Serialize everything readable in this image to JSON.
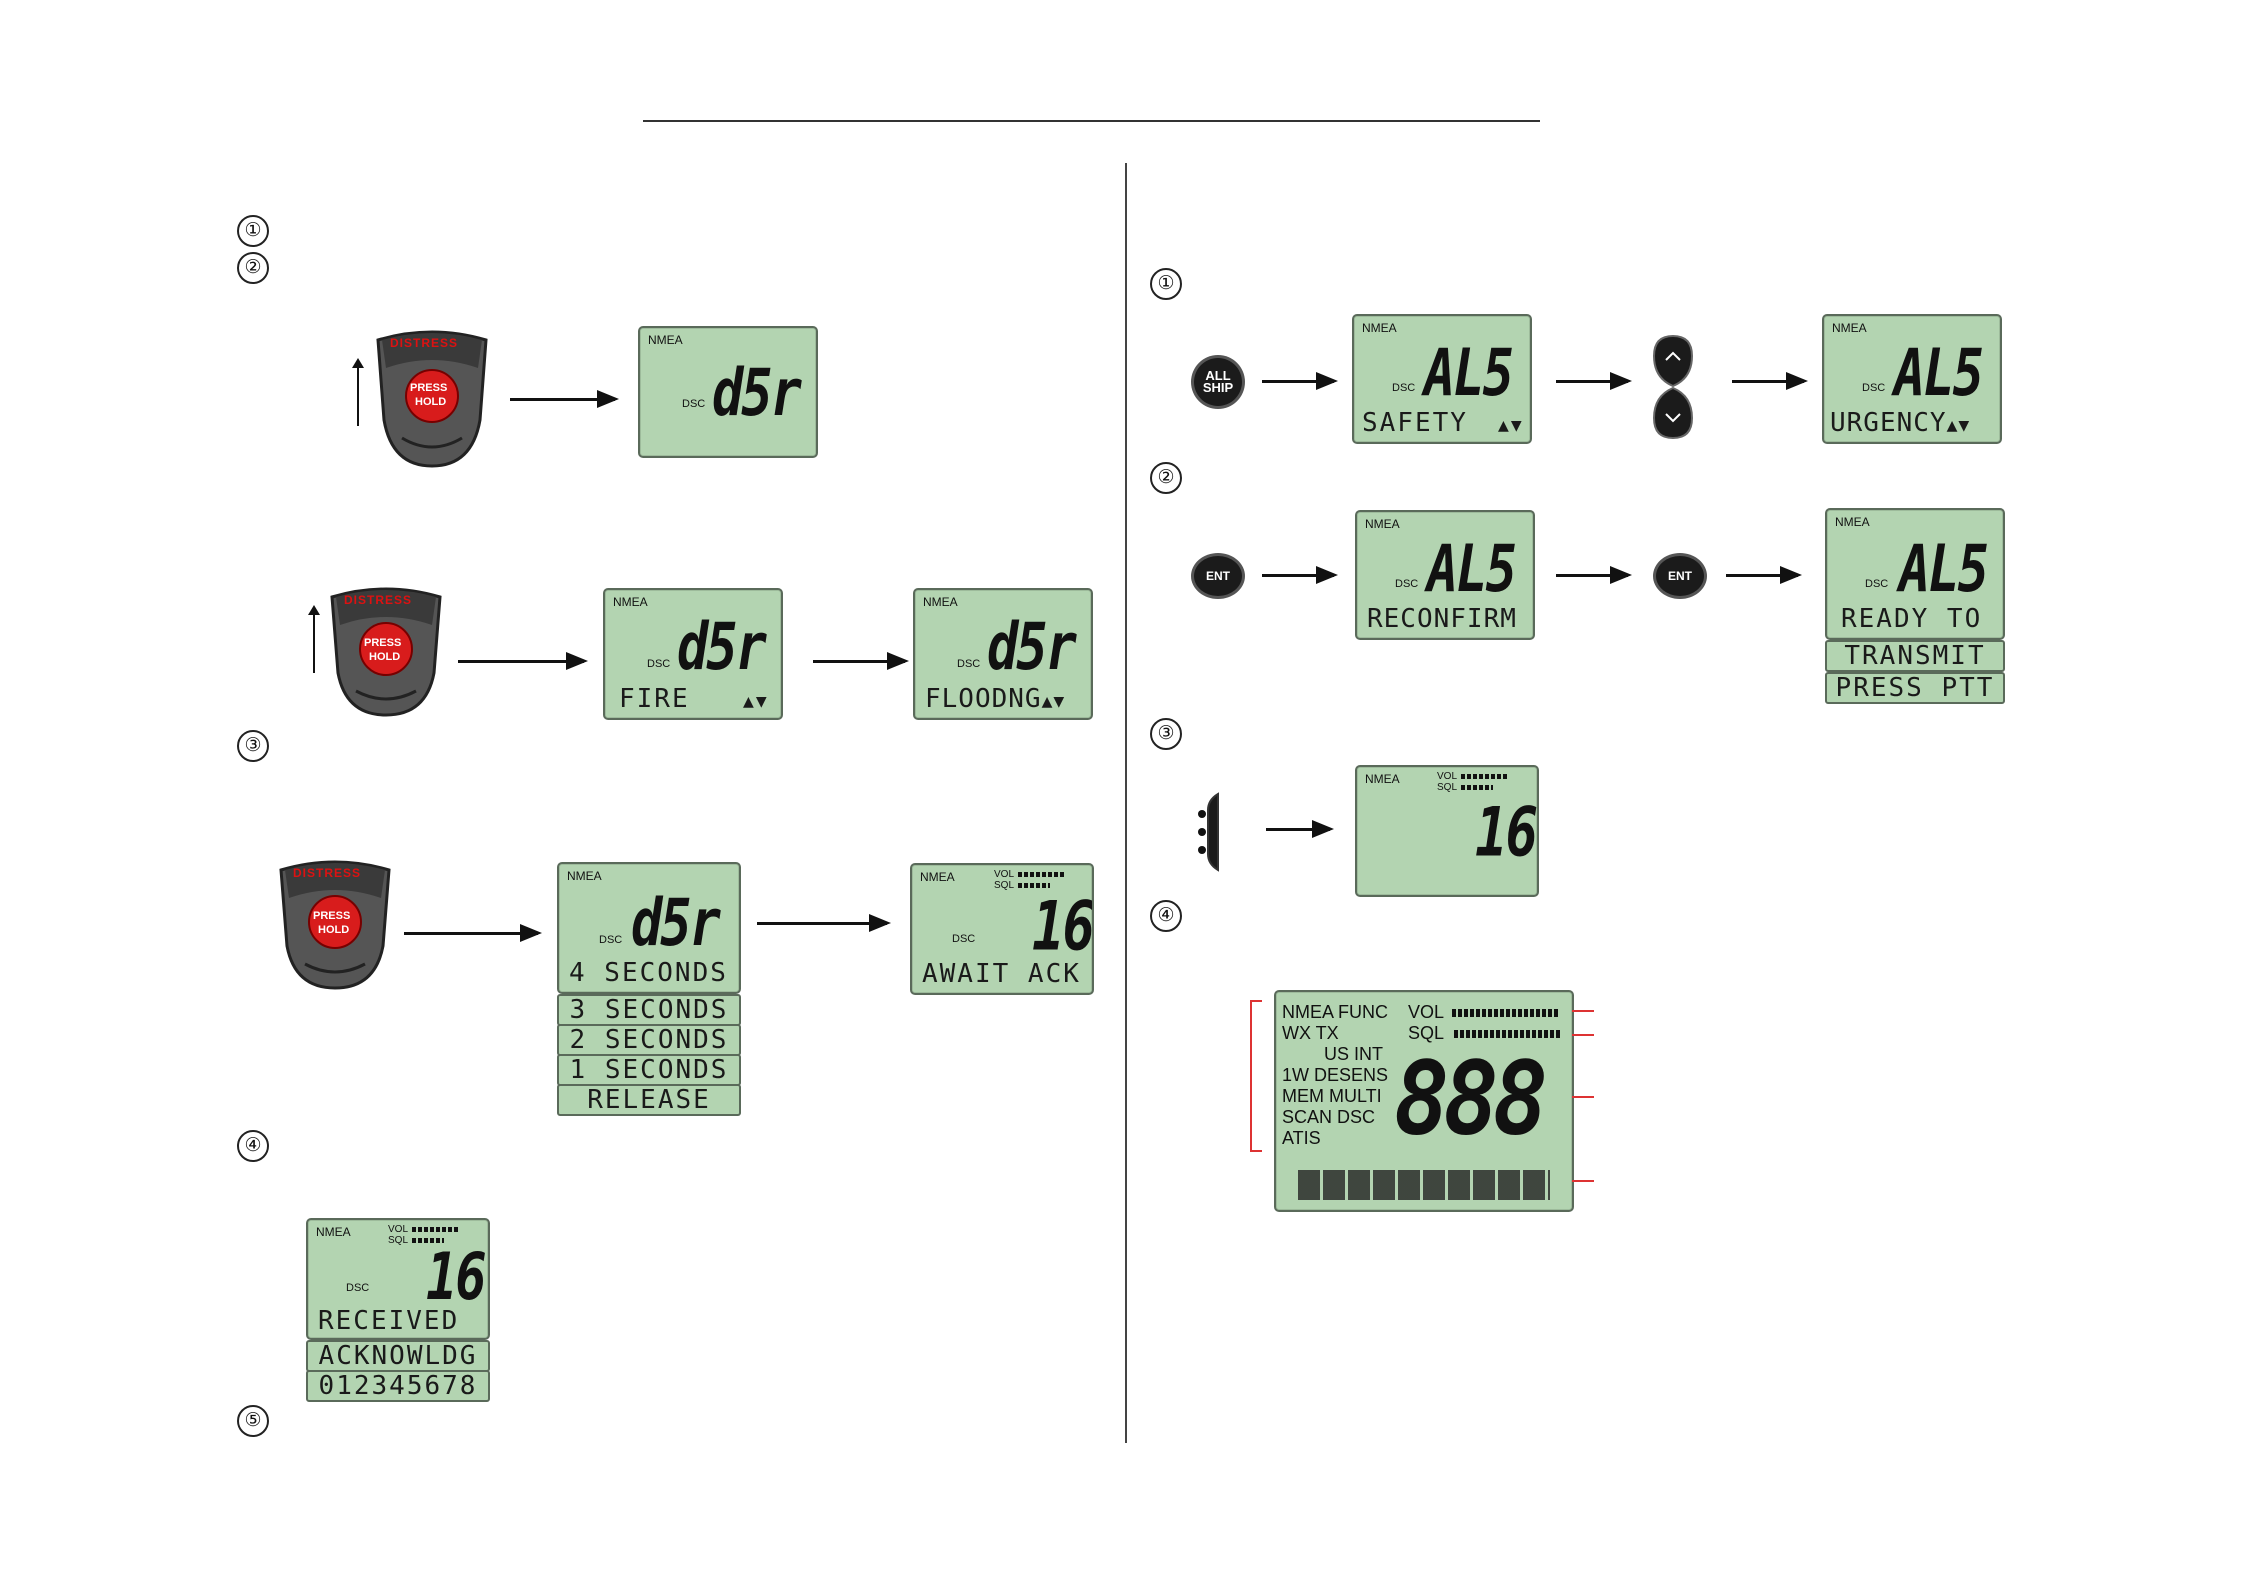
{
  "steps": [
    "①",
    "②",
    "③",
    "④",
    "⑤"
  ],
  "distress": {
    "top_label": "DISTRESS",
    "press": "PRESS",
    "hold": "HOLD"
  },
  "lcd": {
    "nmea": "NMEA",
    "dsc": "DSC",
    "vol": "VOL",
    "sql": "SQL",
    "dsr": "d5r",
    "als": "AL5",
    "ch16": "16"
  },
  "left": {
    "screen_fire": "FIRE",
    "screen_flooding": "FLOODNG",
    "scroll_glyph": "▲▼",
    "countdown": [
      "4 SECONDS",
      "3 SECONDS",
      "2 SECONDS",
      "1 SECONDS",
      "RELEASE"
    ],
    "await": "AWAIT ACK",
    "received": [
      "RECEIVED",
      "ACKNOWLDG",
      "012345678"
    ]
  },
  "right": {
    "allship": [
      "ALL",
      "SHIP"
    ],
    "ent": "ENT",
    "safety": "SAFETY",
    "urgency": "URGENCY",
    "reconfirm": "RECONFIRM",
    "ready": [
      "READY TO",
      "TRANSMIT",
      "PRESS PTT"
    ],
    "full_lcd": {
      "labels": [
        "NMEA FUNC",
        "WX TX",
        "US INT",
        "1W DESENS",
        "MEM MULTI",
        "SCAN DSC",
        "ATIS"
      ],
      "vol": "VOL",
      "sql": "SQL",
      "digits": "888"
    }
  }
}
